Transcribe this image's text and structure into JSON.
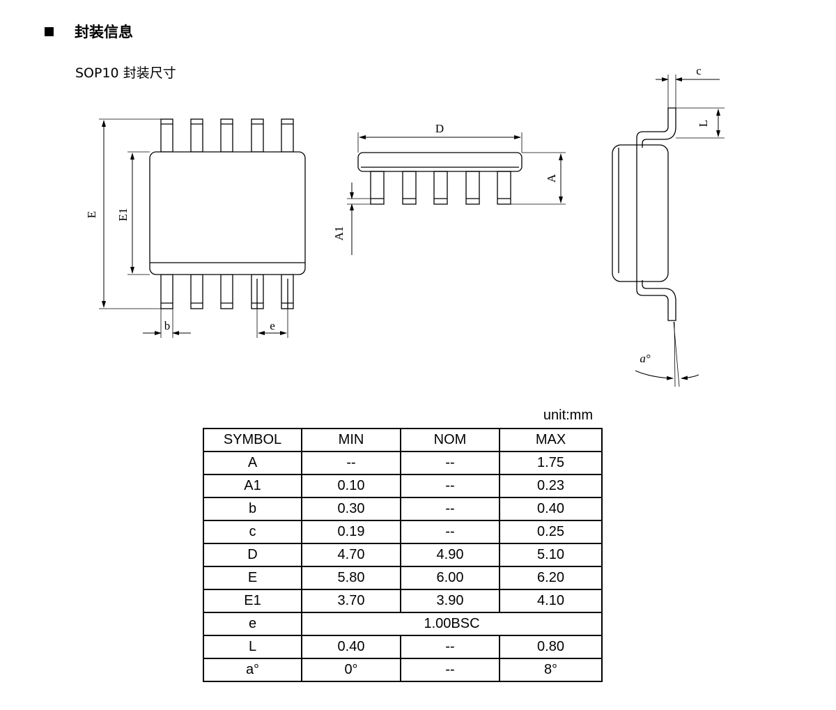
{
  "header": {
    "section_title": "封装信息",
    "package_title": "SOP10  封装尺寸"
  },
  "diagram_labels": {
    "E": "E",
    "E1": "E1",
    "b": "b",
    "e": "e",
    "D": "D",
    "A": "A",
    "A1": "A1",
    "c": "c",
    "L": "L",
    "angle": "a°"
  },
  "unit": "unit:mm",
  "table": {
    "headers": [
      "SYMBOL",
      "MIN",
      "NOM",
      "MAX"
    ],
    "rows": [
      [
        "A",
        "--",
        "--",
        "1.75"
      ],
      [
        "A1",
        "0.10",
        "--",
        "0.23"
      ],
      [
        "b",
        "0.30",
        "--",
        "0.40"
      ],
      [
        "c",
        "0.19",
        "--",
        "0.25"
      ],
      [
        "D",
        "4.70",
        "4.90",
        "5.10"
      ],
      [
        "E",
        "5.80",
        "6.00",
        "6.20"
      ],
      [
        "E1",
        "3.70",
        "3.90",
        "4.10"
      ],
      [
        "e",
        "1.00BSC"
      ],
      [
        "L",
        "0.40",
        "--",
        "0.80"
      ],
      [
        "a°",
        "0°",
        "--",
        "8°"
      ]
    ]
  }
}
